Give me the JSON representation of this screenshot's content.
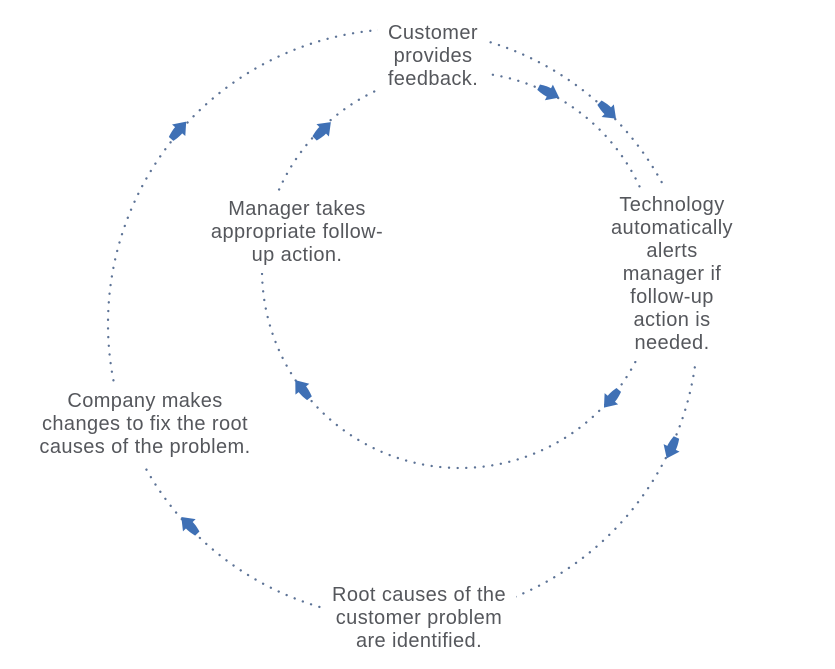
{
  "diagram": {
    "type": "cycle-diagram",
    "flow_direction": "clockwise",
    "rings": [
      "outer-feedback-loop",
      "inner-action-loop"
    ],
    "labels": {
      "customer_feedback": "Customer\nprovides\nfeedback.",
      "technology_alerts": "Technology\nautomatically alerts\nmanager if follow-up\naction is needed.",
      "root_causes": "Root causes of the\ncustomer problem\nare identified.",
      "company_changes": "Company makes\nchanges to fix the root\ncauses of the problem.",
      "manager_action": "Manager takes\nappropriate follow-\nup action."
    }
  },
  "colors": {
    "arrow_blue": "#3f70b5",
    "dot_blue": "#5d7396",
    "text_gray": "#55575c",
    "background": "#ffffff"
  }
}
